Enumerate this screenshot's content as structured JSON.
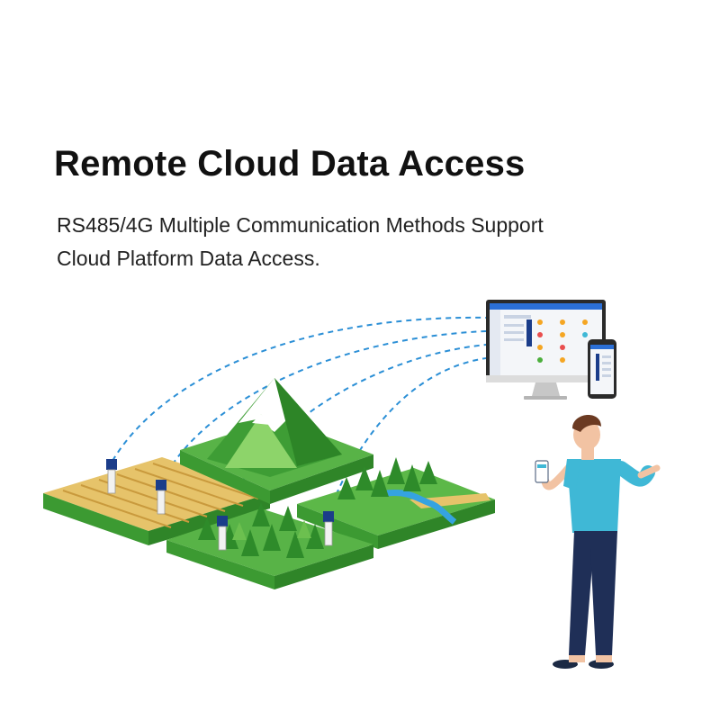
{
  "heading": "Remote Cloud Data Access",
  "subtitle": {
    "line1": "RS485/4G Multiple Communication Methods Support",
    "line2": "Cloud Platform Data Access."
  },
  "colors": {
    "grass": "#4caf3d",
    "grass_dark": "#2e8b2a",
    "field": "#e6c36a",
    "link": "#2b8fd6",
    "shirt": "#3fb8d6",
    "pants": "#1f2f57"
  }
}
